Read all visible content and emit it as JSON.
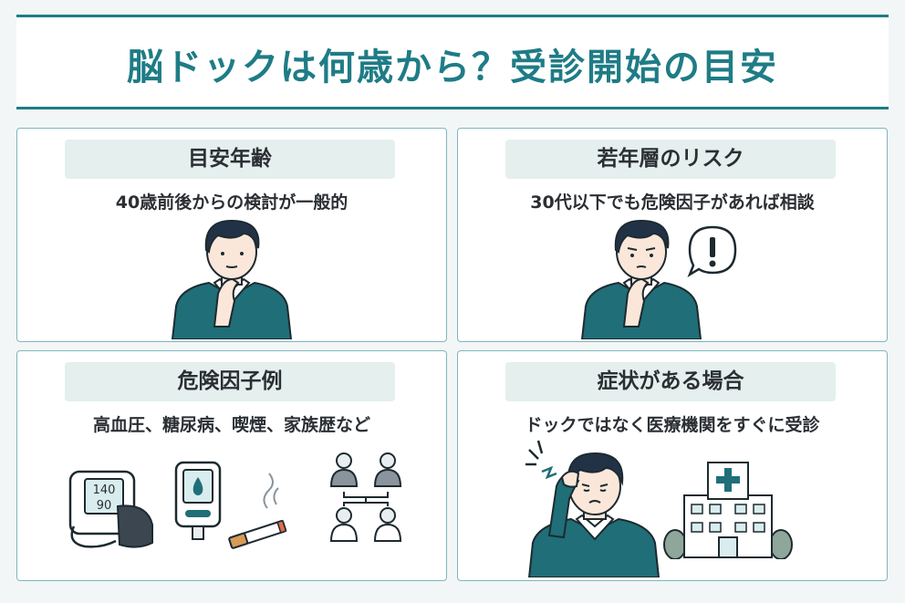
{
  "title": "脳ドックは何歳から？受診開始の目安",
  "cards": [
    {
      "label": "目安年齢",
      "text": "40歳前後からの検討が一般的"
    },
    {
      "label": "若年層のリスク",
      "text": "30代以下でも危険因子があれば相談"
    },
    {
      "label": "危険因子例",
      "text": "高血圧、糖尿病、喫煙、家族歴など"
    },
    {
      "label": "症状がある場合",
      "text": "ドックではなく医療機関をすぐに受診"
    }
  ],
  "bp_monitor": {
    "systolic": "140",
    "diastolic": "90"
  },
  "colors": {
    "accent": "#1e7c86",
    "sweater": "#1f6e78",
    "label_bg": "#e4efee",
    "card_border": "#7fb6bc"
  },
  "icons": [
    "thinking-man-icon",
    "worried-man-icon",
    "exclamation-bubble-icon",
    "blood-pressure-monitor-icon",
    "glucose-meter-icon",
    "cigarette-icon",
    "family-tree-icon",
    "headache-man-icon",
    "hospital-icon"
  ]
}
